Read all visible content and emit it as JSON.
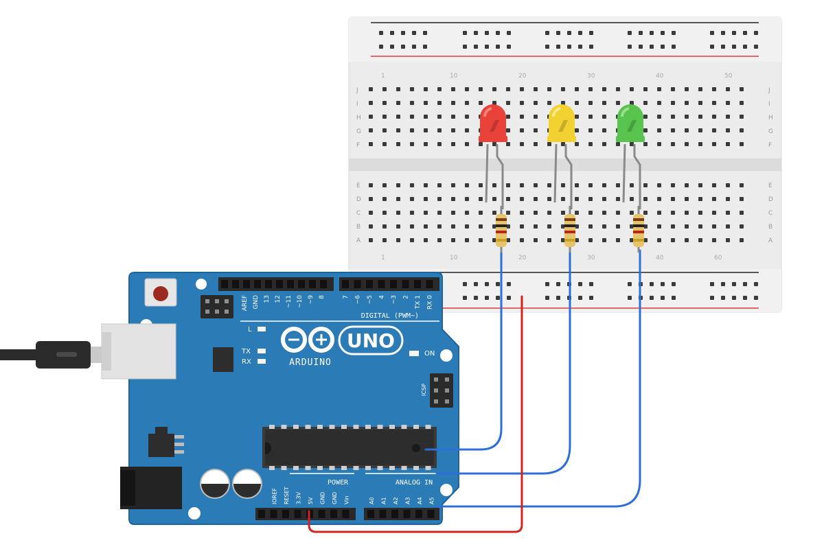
{
  "board": {
    "model": "UNO",
    "brand": "ARDUINO",
    "digital_header_label": "DIGITAL (PWM~)",
    "power_header_label": "POWER",
    "analog_header_label": "ANALOG IN",
    "on_label": "ON",
    "led_l_label": "L",
    "led_tx_label": "TX",
    "led_rx_label": "RX",
    "icsp_label": "ICSP",
    "digital_pins_left": [
      "AREF",
      "GND",
      "13",
      "12",
      "~11",
      "~10",
      "~9",
      "8"
    ],
    "digital_pins_right": [
      "7",
      "~6",
      "~5",
      "4",
      "~3",
      "2",
      "TX 1",
      "RX 0"
    ],
    "power_pins": [
      "",
      "IOREF",
      "RESET",
      "3.3V",
      "5V",
      "GND",
      "GND",
      "Vin"
    ],
    "analog_pins": [
      "A0",
      "A1",
      "A2",
      "A3",
      "A4",
      "A5"
    ],
    "colors": {
      "board": "#2b7bb6",
      "board_edge": "#1f6398",
      "header": "#2a2a2a",
      "chip": "#2d2d2d"
    }
  },
  "breadboard": {
    "row_letters_top": [
      "J",
      "I",
      "H",
      "G",
      "F"
    ],
    "row_letters_bottom": [
      "E",
      "D",
      "C",
      "B",
      "A"
    ],
    "column_numbers": [
      "1",
      "10",
      "20",
      "30",
      "40",
      "50",
      "60"
    ],
    "colors": {
      "body": "#ececec",
      "hole": "#3a3a3a",
      "rail_negative": "#222222",
      "rail_positive": "#d93a3a"
    }
  },
  "components": {
    "leds": [
      {
        "color_name": "red",
        "color": "#e8423a",
        "highlight": "#f7847b"
      },
      {
        "color_name": "yellow",
        "color": "#f2d231",
        "highlight": "#fbe98a"
      },
      {
        "color_name": "green",
        "color": "#58c44d",
        "highlight": "#9ae08f"
      }
    ],
    "resistor_colors": {
      "body": "#e7c36b",
      "band1": "#7a3b10",
      "band2": "#222222",
      "band3": "#b2281b",
      "band4": "#c9a227"
    }
  },
  "wires": {
    "signal_color": "#2d6fd6",
    "ground_color": "#d42323",
    "usb_cable_color": "#2b2b2b"
  }
}
